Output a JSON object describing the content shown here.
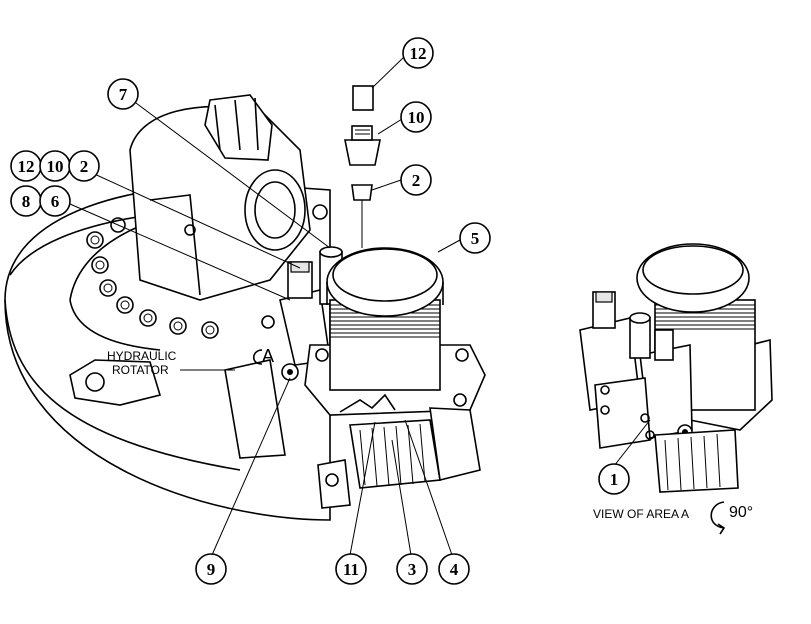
{
  "diagram": {
    "label_hydraulic": "HYDRAULIC",
    "label_rotator": "ROTATOR",
    "label_area": "A",
    "view_caption": "VIEW OF AREA A",
    "rotation": "90°"
  },
  "callouts": {
    "c12_top": "12",
    "c10_top": "10",
    "c2_top": "2",
    "c7": "7",
    "c12_left": "12",
    "c10_left": "10",
    "c2_left": "2",
    "c8": "8",
    "c6": "6",
    "c5": "5",
    "c9": "9",
    "c11": "11",
    "c3": "3",
    "c4": "4",
    "c1": "1"
  }
}
